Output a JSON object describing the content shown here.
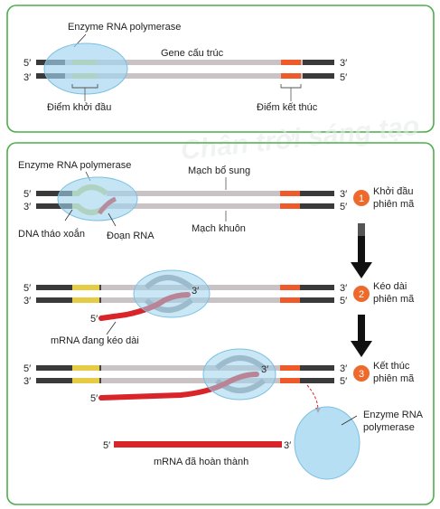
{
  "watermark": "Chân trời sáng tạo",
  "top_panel": {
    "enzyme_label": "Enzyme RNA polymerase",
    "gene_label": "Gene cấu trúc",
    "start_point_label": "Điểm khởi đầu",
    "end_point_label": "Điểm kết thúc",
    "prime5": "5′",
    "prime3": "3′"
  },
  "bottom_panel": {
    "enzyme_label": "Enzyme RNA polymerase",
    "coding_strand_label": "Mạch bổ sung",
    "template_strand_label": "Mạch khuôn",
    "unwound_dna_label": "DNA tháo xoắn",
    "rna_segment_label": "Đoạn RNA",
    "elongating_mrna_label": "mRNA đang kéo dài",
    "released_enzyme_label_line1": "Enzyme RNA",
    "released_enzyme_label_line2": "polymerase",
    "finished_mrna_label": "mRNA đã hoàn thành",
    "prime5": "5′",
    "prime3": "3′"
  },
  "stages": [
    {
      "number": "1",
      "label_line1": "Khởi đầu",
      "label_line2": "phiên mã"
    },
    {
      "number": "2",
      "label_line1": "Kéo dài",
      "label_line2": "phiên mã"
    },
    {
      "number": "3",
      "label_line1": "Kết thúc",
      "label_line2": "phiên mã"
    }
  ],
  "colors": {
    "panel_border": "#4cae4c",
    "strand": "#c9c3c5",
    "strand_end": "#3a3a3a",
    "promoter": "#c8d27a",
    "promoter_yellow": "#e6cc45",
    "terminator": "#ef5a2b",
    "enzyme": "#9fd4ef",
    "rna": "#d9252a",
    "stage_circle": "#ee6a2c",
    "arrow": "#111111"
  }
}
